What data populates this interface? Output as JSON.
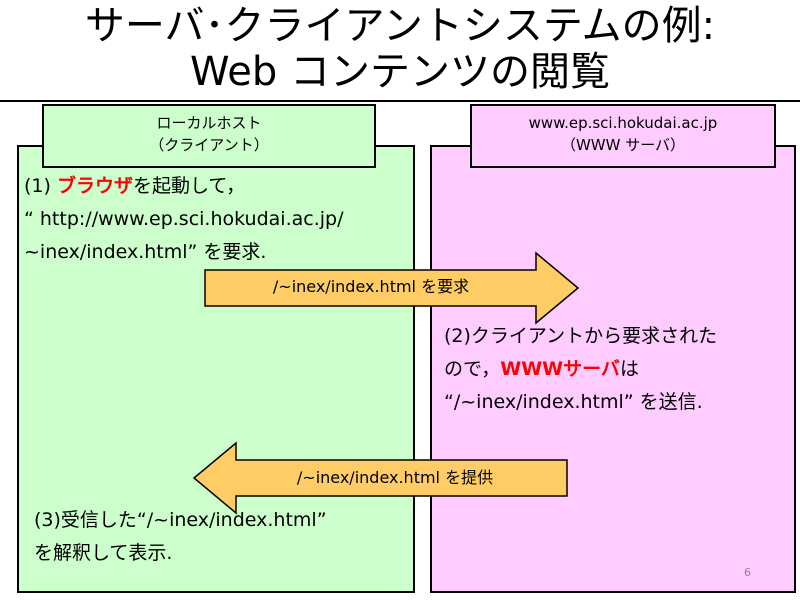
{
  "slide": {
    "title_line1": "サーバ･クライアントシステムの例:",
    "title_line2": "Web コンテンツの閲覧",
    "page_number": "6"
  },
  "local": {
    "label_line1": "ローカルホスト",
    "label_line2": "（クライアント）"
  },
  "server": {
    "label_line1": "www.ep.sci.hokudai.ac.jp",
    "label_line2": "（WWW サーバ）"
  },
  "step1": {
    "prefix": "(1) ",
    "highlight": "ブラウザ",
    "suffix": "を起動して，",
    "line2": "“ http://www.ep.sci.hokudai.ac.jp/",
    "line3": "~inex/index.html” を要求."
  },
  "step2": {
    "line1": "(2)クライアントから要求された",
    "line2_prefix": "ので，",
    "highlight": "WWWサーバ",
    "line2_suffix": "は",
    "line3": "“/~inex/index.html” を送信."
  },
  "step3": {
    "line1": "(3)受信した“/~inex/index.html”",
    "line2": "を解釈して表示."
  },
  "arrows": {
    "request_label": "/~inex/index.html を要求",
    "provide_label": "/~inex/index.html を提供",
    "fill_color": "#ffcc66"
  },
  "colors": {
    "client_panel": "#ccffcc",
    "server_panel": "#ffccff",
    "highlight": "#ff0000"
  }
}
